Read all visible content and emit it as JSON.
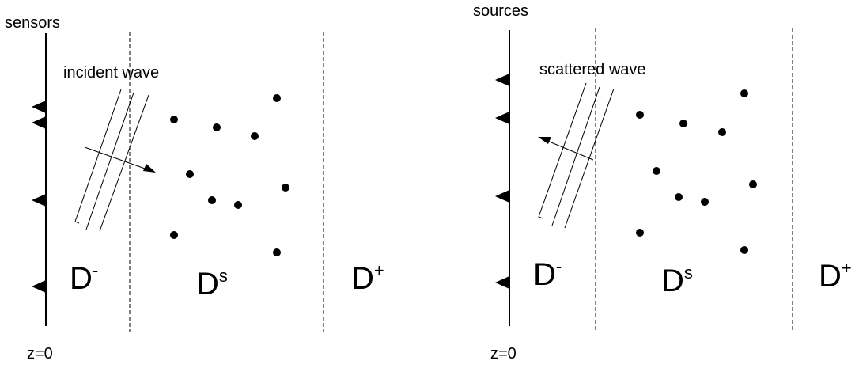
{
  "left_panel": {
    "top_label": "sensors",
    "wave_label": "incident wave",
    "origin_label": "z=0",
    "regions": [
      {
        "base": "D",
        "sup": "-"
      },
      {
        "base": "D",
        "sup": "s"
      },
      {
        "base": "D",
        "sup": "+"
      }
    ]
  },
  "right_panel": {
    "top_label": "sources",
    "wave_label": "scattered wave",
    "origin_label": "z=0",
    "regions": [
      {
        "base": "D",
        "sup": "-"
      },
      {
        "base": "D",
        "sup": "s"
      },
      {
        "base": "D",
        "sup": "+"
      }
    ]
  },
  "colors": {
    "ink": "#000000",
    "background": "#ffffff"
  }
}
